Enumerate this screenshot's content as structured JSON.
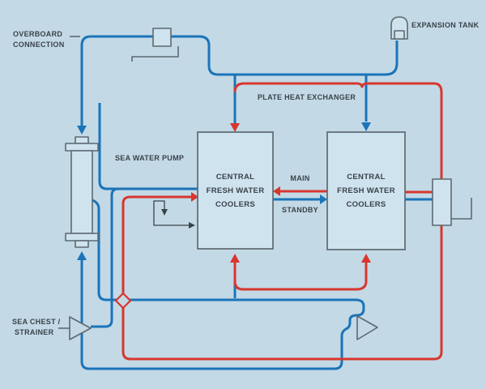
{
  "diagram": {
    "type": "marine-central-cooling-water-system",
    "labels": {
      "overboard": {
        "line1": "OVERBOARD",
        "line2": "CONNECTION"
      },
      "expansion_tank": "EXPANSION TANK",
      "plate_heat_exchanger": "PLATE HEAT EXCHANGER",
      "sea_water_pump": "SEA WATER PUMP",
      "main": "MAIN",
      "standby": "STANDBY",
      "sea_chest": {
        "line1": "SEA CHEST /",
        "line2": "STRAINER"
      }
    },
    "components": {
      "cooler_left": {
        "lines": [
          "CENTRAL",
          "FRESH WATER",
          "COOLERS"
        ]
      },
      "cooler_right": {
        "lines": [
          "CENTRAL",
          "FRESH WATER",
          "COOLERS"
        ]
      }
    },
    "colors": {
      "background": "#c3d9e6",
      "pipe_cold_blue": "#1b74b8",
      "pipe_hot_red": "#d7372e",
      "component_outline_gray": "#5d6970",
      "component_fill": "#cfe3ee",
      "text": "#3a424a"
    }
  }
}
